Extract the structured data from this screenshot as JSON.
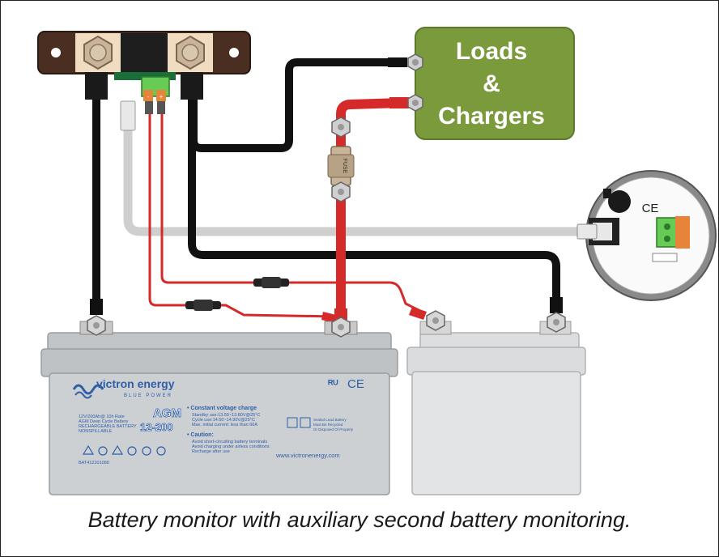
{
  "loads_box": {
    "line1": "Loads",
    "line2": "&",
    "line3": "Chargers"
  },
  "fuse": {
    "label": "FUSE"
  },
  "shunt": {
    "term_minus": "-",
    "term_plus": "+"
  },
  "monitor": {
    "ce_mark": "CE"
  },
  "main_battery": {
    "brand": "victron energy",
    "sub_brand": "BLUE POWER",
    "model": "AGM",
    "model_number": "12-200",
    "spec_lines": [
      "12V/200Ah@ 10h Rate",
      "AGM Deep Cycle Battery",
      "RECHARGEABLE BATTERY",
      "NONSPILLABLE"
    ],
    "charge_title": "• Constant voltage charge",
    "charge_lines": [
      "Standby use:13.50~13.80V@25°C",
      "Cycle     use:14.50~14.90V@25°C",
      "Max. initial current: less than 60A"
    ],
    "caution_title": "• Caution:",
    "caution_lines": [
      "Avoid short-circuiting battery terminals",
      "Avoid charging under airless conditions",
      "Recharge after use"
    ],
    "recycle_lines": [
      "Sealed Lead Battery",
      "Must Be Recycled",
      "Or Disposed Of Properly"
    ],
    "part_number": "BAT412201080",
    "url": "www.victronenergy.com",
    "cert_marks": "cRU CE"
  },
  "caption": "Battery monitor with auxiliary second battery monitoring.",
  "colors": {
    "loads_box": "#7a9a3c",
    "black_wire": "#111111",
    "red_wire": "#d42a2a",
    "gray_wire": "#cfcfcf",
    "battery_body": "#cdd0d3",
    "victron_blue": "#2f5ea8"
  }
}
